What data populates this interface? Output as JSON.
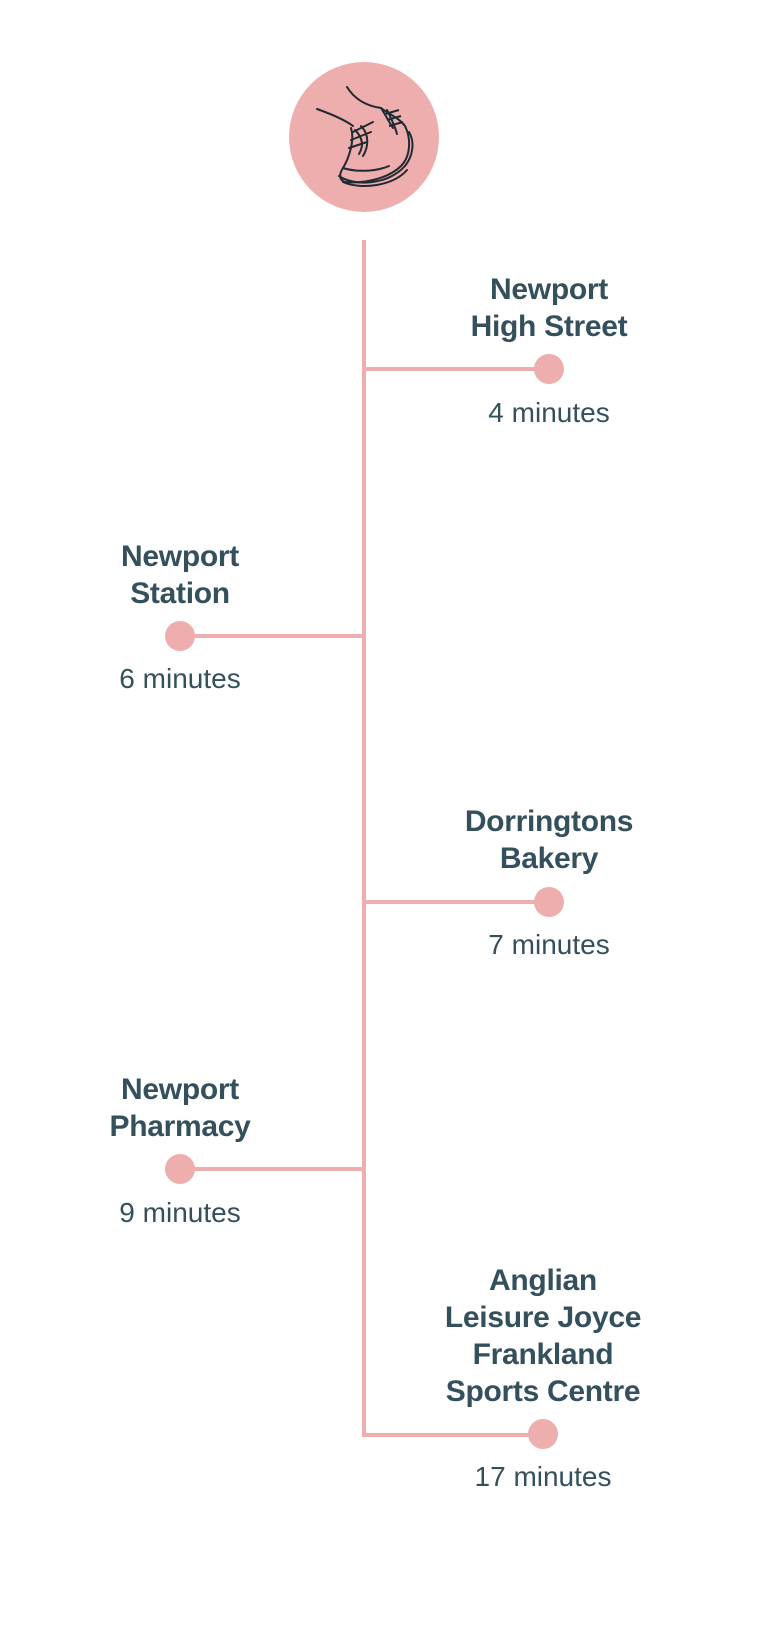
{
  "header": {
    "icon": "walking-shoe-icon",
    "accent_color": "#efaeae",
    "text_color": "#34505c"
  },
  "stops": [
    {
      "name_lines": [
        "Newport",
        "High Street"
      ],
      "time": "4 minutes",
      "side": "right"
    },
    {
      "name_lines": [
        "Newport",
        "Station"
      ],
      "time": "6 minutes",
      "side": "left"
    },
    {
      "name_lines": [
        "Dorringtons",
        "Bakery"
      ],
      "time": "7 minutes",
      "side": "right"
    },
    {
      "name_lines": [
        "Newport",
        "Pharmacy"
      ],
      "time": "9 minutes",
      "side": "left"
    },
    {
      "name_lines": [
        "Anglian",
        "Leisure Joyce",
        "Frankland",
        "Sports Centre"
      ],
      "time": "17 minutes",
      "side": "right"
    }
  ]
}
